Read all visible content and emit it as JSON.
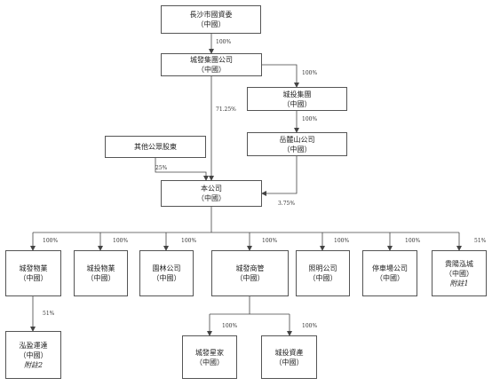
{
  "entities": {
    "changsha_sasac": {
      "name": "長沙市國資委",
      "loc": "（中國）"
    },
    "chengfa_group": {
      "name": "城發集團公司",
      "loc": "（中國）"
    },
    "chengtou_group": {
      "name": "城投集團",
      "loc": "（中國）"
    },
    "yuelushan": {
      "name": "岳麓山公司",
      "loc": "（中國）"
    },
    "other_public": {
      "name": "其他公眾股東"
    },
    "company": {
      "name": "本公司",
      "loc": "（中國）"
    },
    "chengfa_property": {
      "name": "城發物業",
      "loc": "（中國）"
    },
    "chengtou_property": {
      "name": "城投物業",
      "loc": "（中國）"
    },
    "garden": {
      "name": "園林公司",
      "loc": "（中國）"
    },
    "chengfa_commercial": {
      "name": "城發商管",
      "loc": "（中國）"
    },
    "lighting": {
      "name": "照明公司",
      "loc": "（中國）"
    },
    "parking": {
      "name": "停車場公司",
      "loc": "（中國）"
    },
    "guiyang": {
      "name": "貴陽泓城",
      "loc": "（中國）",
      "note": "附註1"
    },
    "hongying": {
      "name": "泓盈運達",
      "loc": "（中國）",
      "note": "附註2"
    },
    "chengfa_xingjia": {
      "name": "城發星家",
      "loc": "（中國）"
    },
    "chengtou_assets": {
      "name": "城投資產",
      "loc": "（中國）"
    }
  },
  "ownership": {
    "sasac_to_chengfa": "100%",
    "chengfa_to_chengtou": "100%",
    "chengfa_to_company": "71.25%",
    "chengtou_to_yuelushan": "100%",
    "yuelushan_to_company": "3.75%",
    "public_to_company": "25%",
    "company_to_chengfa_property": "100%",
    "company_to_chengtou_property": "100%",
    "company_to_garden": "100%",
    "company_to_commercial": "100%",
    "company_to_lighting": "100%",
    "company_to_parking": "100%",
    "company_to_guiyang": "51%",
    "property_to_hongying": "51%",
    "commercial_to_xingjia": "100%",
    "commercial_to_assets": "100%"
  }
}
